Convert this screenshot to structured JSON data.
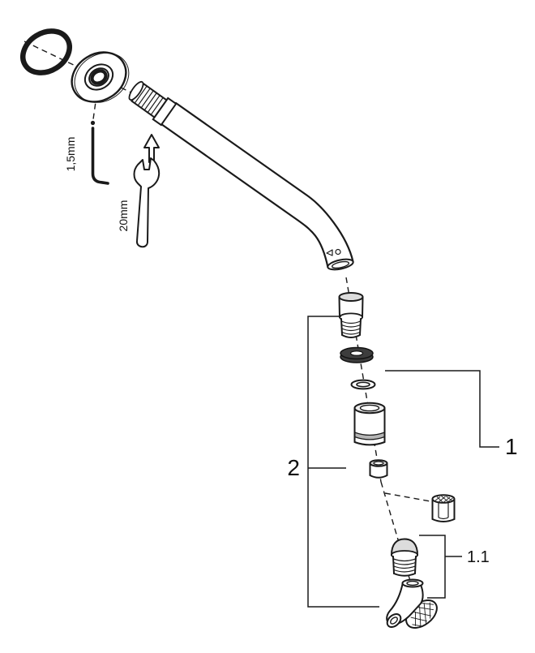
{
  "diagram": {
    "background_color": "#ffffff",
    "line_color": "#1a1a1a",
    "labels": {
      "allen_key_size": "1,5mm",
      "wrench_size": "20mm",
      "callout_2": "2",
      "callout_1": "1",
      "callout_1_1": "1.1"
    },
    "tools": [
      {
        "name": "allen-key",
        "size_label": "1,5mm"
      },
      {
        "name": "open-end-wrench",
        "size_label": "20mm"
      }
    ],
    "parts": [
      {
        "name": "o-ring-seal"
      },
      {
        "name": "wall-rosette"
      },
      {
        "name": "shower-arm-spout"
      },
      {
        "name": "connector"
      },
      {
        "name": "washer"
      },
      {
        "name": "o-ring"
      },
      {
        "name": "sleeve"
      },
      {
        "name": "nut"
      },
      {
        "name": "insert"
      },
      {
        "name": "threaded-adapter"
      },
      {
        "name": "wall-elbow"
      }
    ]
  }
}
